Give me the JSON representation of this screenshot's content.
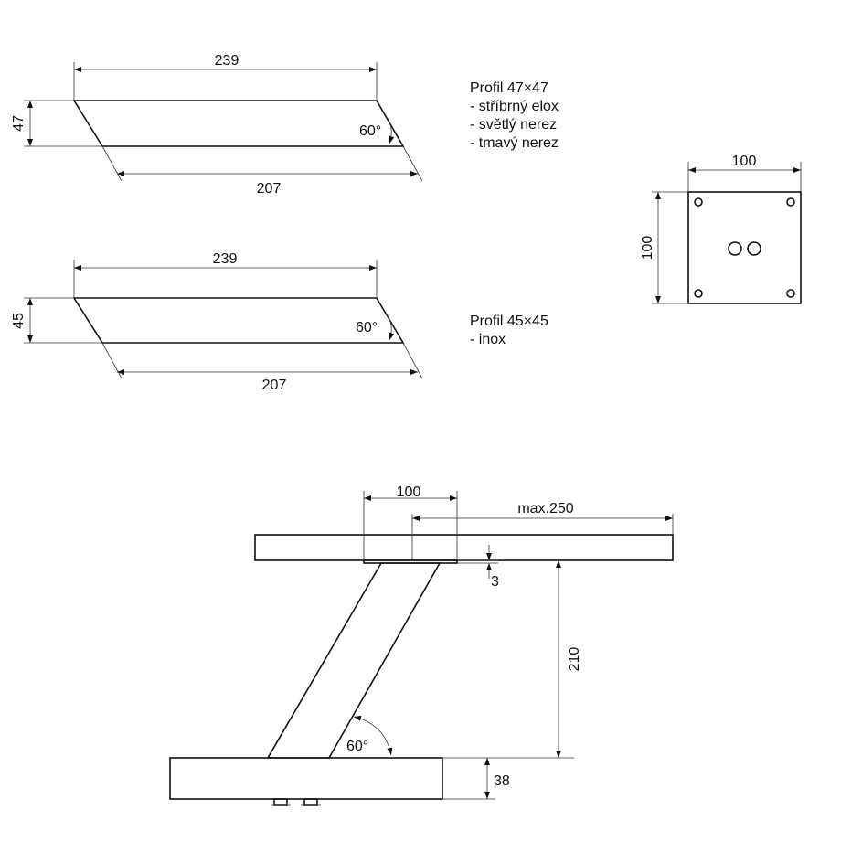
{
  "profile_47": {
    "top_length": "239",
    "height": "47",
    "bottom_length": "207",
    "angle": "60°",
    "notes": [
      "Profil 47×47",
      "- stříbrný elox",
      "- světlý nerez",
      "- tmavý nerez"
    ]
  },
  "profile_45": {
    "top_length": "239",
    "height": "45",
    "bottom_length": "207",
    "angle": "60°",
    "notes": [
      "Profil 45×45",
      "- inox"
    ]
  },
  "plate": {
    "width": "100",
    "height": "100"
  },
  "assembly": {
    "plate_width": "100",
    "overhang": "max.250",
    "plate_thickness": "3",
    "height": "210",
    "angle": "60°",
    "base_height": "38"
  }
}
